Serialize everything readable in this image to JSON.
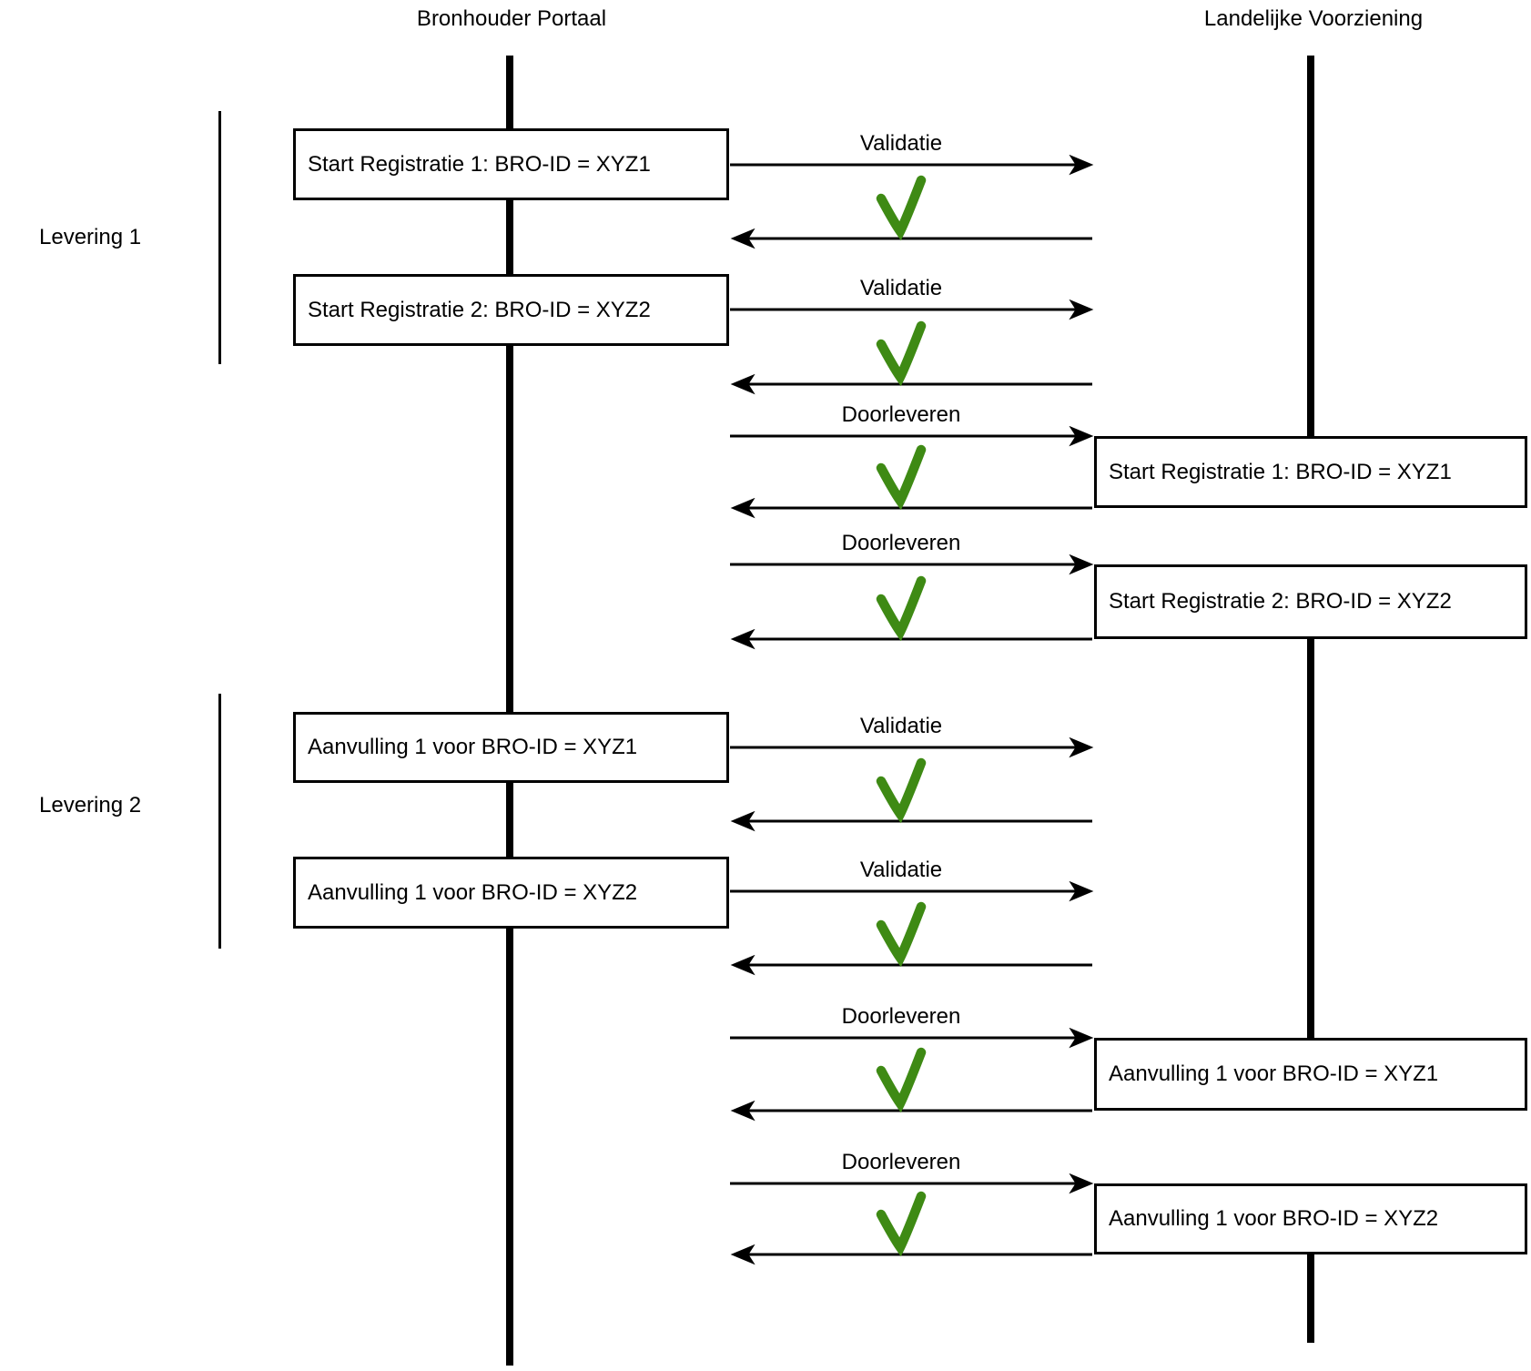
{
  "actors": {
    "left": "Bronhouder Portaal",
    "right": "Landelijke Voorziening"
  },
  "groups": {
    "first": "Levering 1",
    "second": "Levering 2"
  },
  "left_boxes": [
    "Start Registratie 1: BRO-ID = XYZ1",
    "Start Registratie 2: BRO-ID = XYZ2",
    "Aanvulling 1 voor BRO-ID = XYZ1",
    "Aanvulling 1 voor BRO-ID = XYZ2"
  ],
  "right_boxes": [
    "Start Registratie 1: BRO-ID = XYZ1",
    "Start Registratie 2: BRO-ID = XYZ2",
    "Aanvulling 1 voor BRO-ID = XYZ1",
    "Aanvulling 1 voor BRO-ID = XYZ2"
  ],
  "flow_labels": [
    "Validatie",
    "Validatie",
    "Doorleveren",
    "Doorleveren",
    "Validatie",
    "Validatie",
    "Doorleveren",
    "Doorleveren"
  ],
  "icons": {
    "check": "success-check"
  },
  "colors": {
    "line": "#000000",
    "check": "#3e8a14",
    "background": "#ffffff",
    "box_fill": "#ffffff"
  }
}
